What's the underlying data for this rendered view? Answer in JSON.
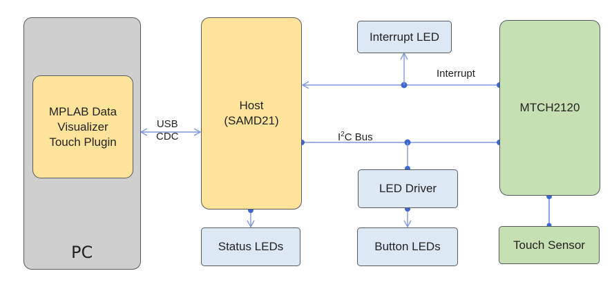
{
  "diagram": {
    "colors": {
      "pc_fill": "#d0cfd0",
      "host_fill": "#fde49a",
      "mtch_fill": "#c6e0b3",
      "peripheral_fill": "#dde8f5",
      "wire": "#7f97de",
      "junction": "#3c67d0"
    },
    "nodes": {
      "pc": {
        "label": "PC"
      },
      "plugin": {
        "label_lines": [
          "MPLAB Data",
          "Visualizer",
          "Touch Plugin"
        ]
      },
      "host": {
        "label_lines": [
          "Host",
          "(SAMD21)"
        ]
      },
      "interrupt_led": {
        "label": "Interrupt LED"
      },
      "mtch": {
        "label": "MTCH2120"
      },
      "led_driver": {
        "label": "LED Driver"
      },
      "status_leds": {
        "label": "Status LEDs"
      },
      "button_leds": {
        "label": "Button LEDs"
      },
      "touch_sensor": {
        "label": "Touch Sensor"
      }
    },
    "edges": {
      "usb": {
        "label_lines": [
          "USB",
          "CDC"
        ],
        "direction": "bidirectional",
        "from": "plugin",
        "to": "host"
      },
      "interrupt": {
        "label": "Interrupt",
        "from": "mtch",
        "to": "host"
      },
      "interrupt_led_link": {
        "from": "interrupt",
        "to": "interrupt_led"
      },
      "i2c": {
        "label_main": "I",
        "label_sup": "2",
        "label_tail": "C Bus",
        "from": "host",
        "to": "mtch"
      },
      "i2c_driver": {
        "from": "i2c",
        "to": "led_driver"
      },
      "driver_buttons": {
        "from": "led_driver",
        "to": "button_leds"
      },
      "host_status": {
        "from": "host",
        "to": "status_leds"
      },
      "mtch_sensor": {
        "from": "mtch",
        "to": "touch_sensor"
      }
    }
  }
}
